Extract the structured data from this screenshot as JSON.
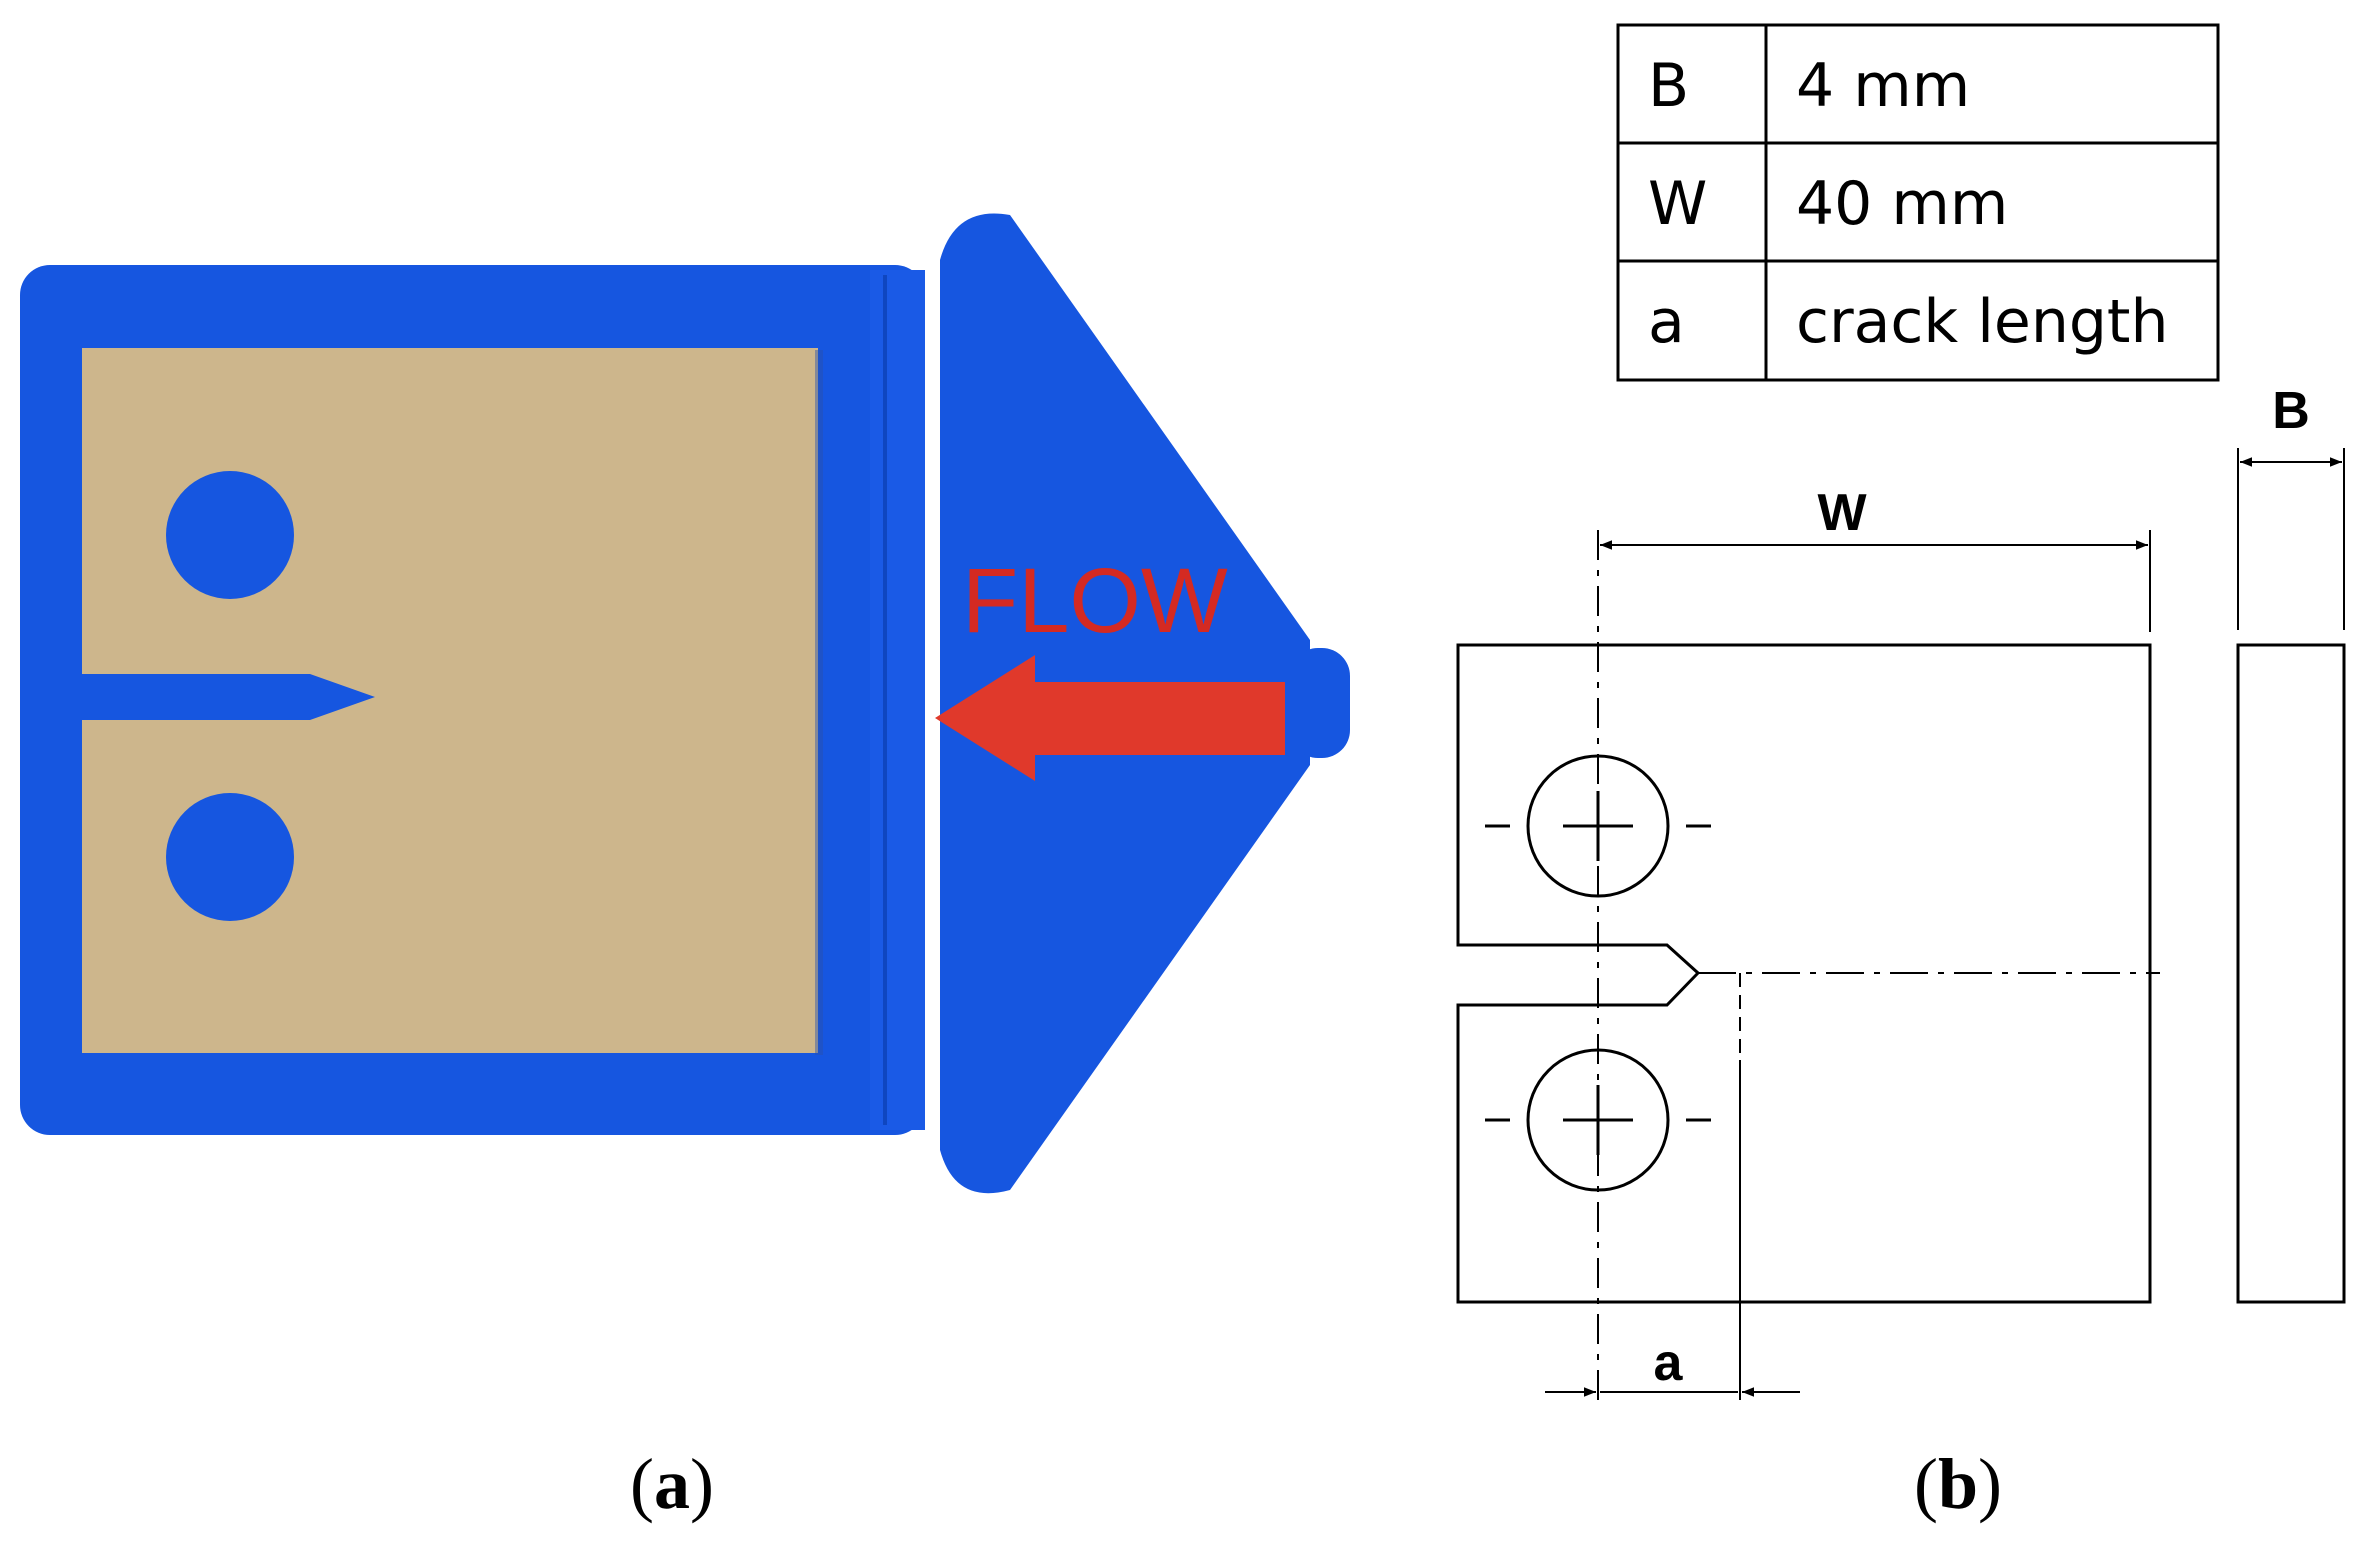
{
  "photo": {
    "flow_label": "FLOW",
    "colors": {
      "mold": "#1656e0",
      "specimen": "#cdb68c",
      "arrow": "#e0392b"
    }
  },
  "table": {
    "rows": [
      {
        "symbol": "B",
        "value": "4 mm"
      },
      {
        "symbol": "W",
        "value": "40 mm"
      },
      {
        "symbol": "a",
        "value": "crack length"
      }
    ]
  },
  "drawing": {
    "label_w": "W",
    "label_b": "B",
    "label_a": "a"
  },
  "captions": {
    "a": {
      "open": "(",
      "letter": "a",
      "close": ")"
    },
    "b": {
      "open": "(",
      "letter": "b",
      "close": ")"
    }
  }
}
